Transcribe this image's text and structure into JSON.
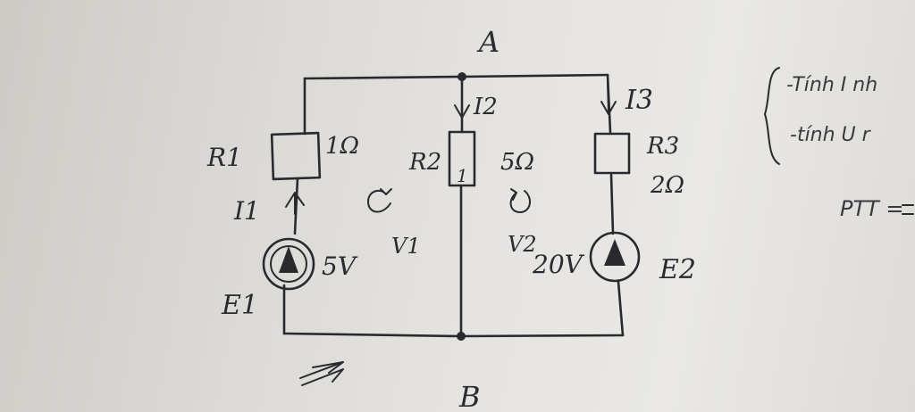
{
  "nodes": {
    "top": "A",
    "bottom": "B"
  },
  "branches": {
    "left": {
      "resistor": "R1",
      "resistance": "1Ω",
      "current": "I1",
      "source": "E1",
      "emf": "5V"
    },
    "middle": {
      "resistor": "R2",
      "resistance": "5Ω",
      "current": "I2",
      "inner_mark": "1"
    },
    "right": {
      "resistor": "R3",
      "resistance": "2Ω",
      "current": "I3",
      "source": "E2",
      "emf": "20V"
    }
  },
  "loops": {
    "loop1": "V1",
    "loop2": "V2"
  },
  "notes": {
    "line1": "-Tính I nh",
    "line2": "-tính U r",
    "line3": "PTT ="
  },
  "colors": {
    "ink": "#2a2a2e",
    "paper": "#e6e4e1"
  }
}
